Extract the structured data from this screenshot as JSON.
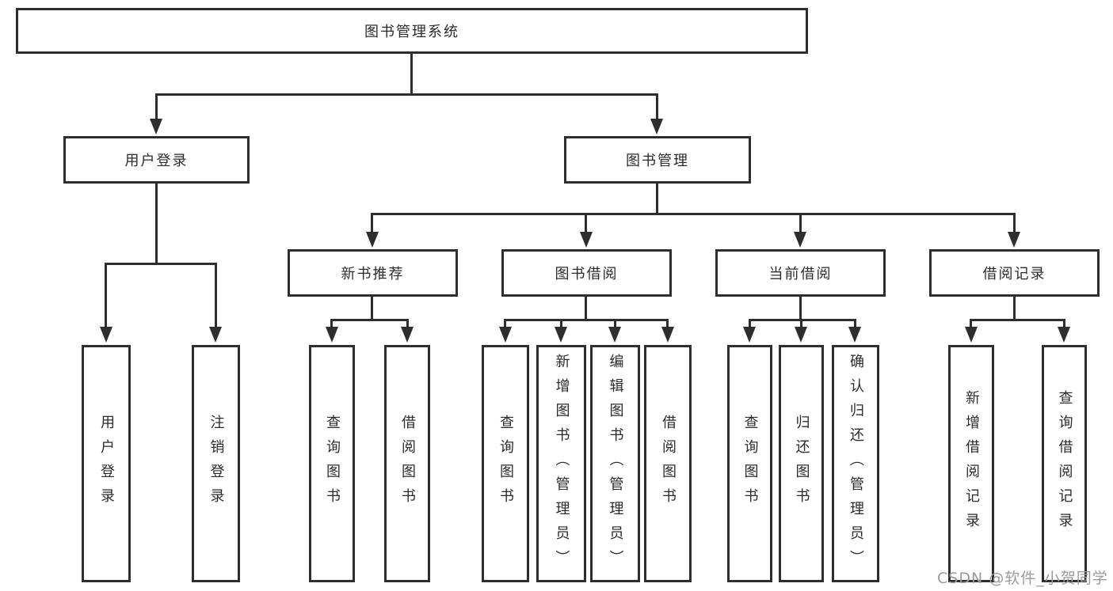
{
  "colors": {
    "line": "#2e2e2e",
    "text": "#2b2b2b",
    "background": "#ffffff",
    "watermark": "#9b9b9b"
  },
  "diagram_type": "hierarchy-tree",
  "nodes": {
    "root": {
      "label": "图书管理系统"
    },
    "user_login": {
      "label": "用户登录"
    },
    "book_management": {
      "label": "图书管理"
    },
    "new_book_recommend": {
      "label": "新书推荐"
    },
    "book_borrowing": {
      "label": "图书借阅"
    },
    "current_borrowing": {
      "label": "当前借阅"
    },
    "borrowing_records": {
      "label": "借阅记录"
    },
    "leaf_user_login": {
      "label": "用户登录"
    },
    "leaf_logout": {
      "label": "注销登录"
    },
    "leaf_recommend_query_books": {
      "label": "查询图书"
    },
    "leaf_recommend_borrow_books": {
      "label": "借阅图书"
    },
    "leaf_borrowing_query_books": {
      "label": "查询图书"
    },
    "leaf_borrowing_add_books": {
      "label": "新增图书（管理员）"
    },
    "leaf_borrowing_edit_books": {
      "label": "编辑图书（管理员）"
    },
    "leaf_borrowing_borrow_books": {
      "label": "借阅图书"
    },
    "leaf_current_query_books": {
      "label": "查询图书"
    },
    "leaf_current_return_books": {
      "label": "归还图书"
    },
    "leaf_current_confirm_return": {
      "label": "确认归还（管理员）"
    },
    "leaf_records_add_record": {
      "label": "新增借阅记录"
    },
    "leaf_records_query_record": {
      "label": "查询借阅记录"
    }
  },
  "edges": [
    "root->user_login",
    "root->book_management",
    "user_login->leaf_user_login",
    "user_login->leaf_logout",
    "book_management->new_book_recommend",
    "book_management->book_borrowing",
    "book_management->current_borrowing",
    "book_management->borrowing_records",
    "new_book_recommend->leaf_recommend_query_books",
    "new_book_recommend->leaf_recommend_borrow_books",
    "book_borrowing->leaf_borrowing_query_books",
    "book_borrowing->leaf_borrowing_add_books",
    "book_borrowing->leaf_borrowing_edit_books",
    "book_borrowing->leaf_borrowing_borrow_books",
    "current_borrowing->leaf_current_query_books",
    "current_borrowing->leaf_current_return_books",
    "current_borrowing->leaf_current_confirm_return",
    "borrowing_records->leaf_records_add_record",
    "borrowing_records->leaf_records_query_record"
  ],
  "watermark": {
    "text": "CSDN @软件_小贺同学"
  }
}
